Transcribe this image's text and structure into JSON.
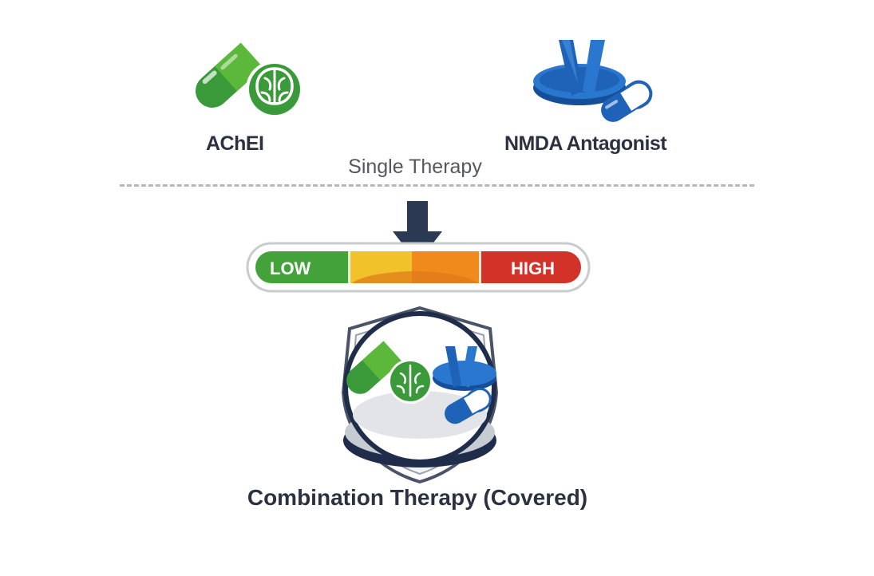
{
  "single_therapy": {
    "label": "Single Therapy",
    "drugs": [
      {
        "name": "AChEI",
        "icon": "capsule-brain-icon",
        "color": "#3a9a3a"
      },
      {
        "name": "NMDA Antagonist",
        "icon": "tablet-capsule-icon",
        "color": "#1e63b8"
      }
    ]
  },
  "risk_scale": {
    "low_label": "LOW",
    "high_label": "HIGH",
    "colors": {
      "low": "#43a33a",
      "mid_low": "#f2c22a",
      "mid_high": "#f08a1c",
      "high": "#d33228"
    },
    "indicator_color": "#2b3a52"
  },
  "combination": {
    "label": "Combination Therapy (Covered)",
    "icon": "shield-combo-icon"
  }
}
